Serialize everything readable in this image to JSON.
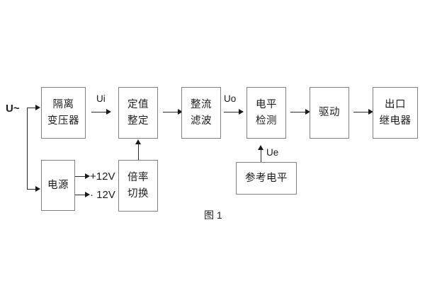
{
  "figure": {
    "caption": "图 1",
    "background_color": "#ffffff",
    "box_border_color": "#808080",
    "line_color": "#2b2b2b"
  },
  "blocks": {
    "isolation_transformer": {
      "line1": "隔离",
      "line2": "变压器"
    },
    "setting_adjust": {
      "line1": "定值",
      "line2": "整定"
    },
    "rectify_filter": {
      "line1": "整流",
      "line2": "滤波"
    },
    "level_detect": {
      "line1": "电平",
      "line2": "检测"
    },
    "drive": {
      "line1": "驱动"
    },
    "output_relay": {
      "line1": "出口",
      "line2": "继电器"
    },
    "power_supply": {
      "line1": "电源"
    },
    "multiplier_switch": {
      "line1": "倍率",
      "line2": "切换"
    },
    "reference_level": {
      "line1": "参考电平"
    }
  },
  "signals": {
    "input_source": "U~",
    "ui": "Ui",
    "uo": "Uo",
    "ue": "Ue",
    "rail_positive": "+12V",
    "rail_negative": "· 12V"
  }
}
